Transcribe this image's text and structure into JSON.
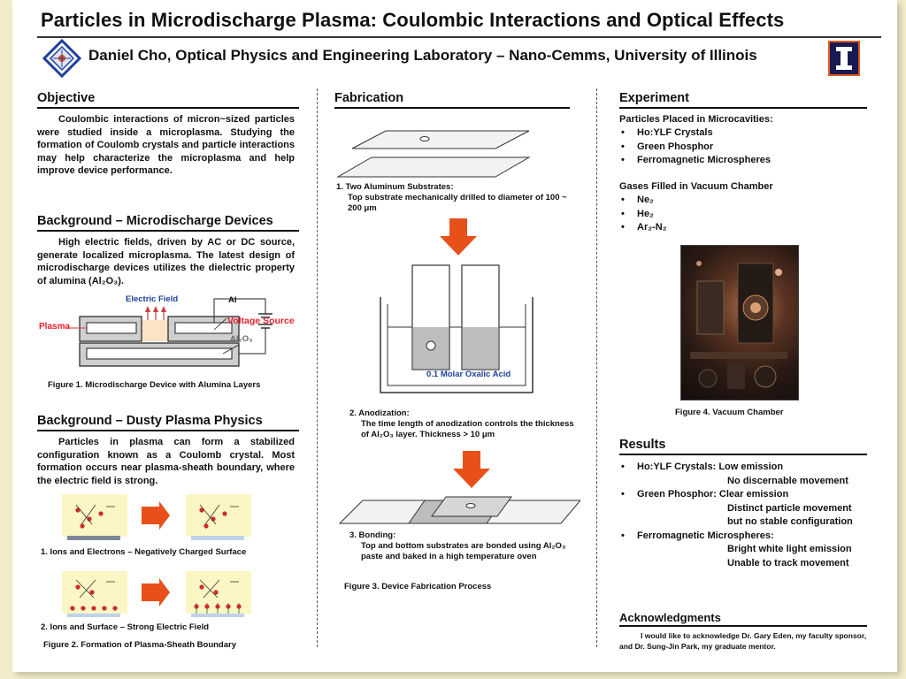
{
  "title": "Particles in Microdischarge Plasma: Coulombic Interactions and Optical Effects",
  "authors": "Daniel Cho, Optical Physics and Engineering Laboratory – Nano-Cemms, University of Illinois",
  "objective": {
    "heading": "Objective",
    "text": "Coulombic interactions of micron~sized particles were studied inside a microplasma. Studying the formation of Coulomb crystals and particle interactions may help characterize the microplasma and help improve device performance."
  },
  "bg_micro": {
    "heading": "Background – Microdischarge Devices",
    "text": "High electric fields, driven by AC or DC source, generate localized microplasma. The latest design of microdischarge devices utilizes the dielectric property of alumina (Al₂O₃).",
    "labels": {
      "field": "Electric Field",
      "al": "Al",
      "plasma": "Plasma",
      "voltage": "Voltage Source",
      "alumina": "Al₂O₃"
    },
    "caption": "Figure 1. Microdischarge Device with Alumina Layers"
  },
  "bg_dusty": {
    "heading": "Background – Dusty Plasma Physics",
    "text": "Particles in plasma can form a stabilized configuration known as a Coulomb crystal. Most formation occurs near plasma-sheath boundary, where the electric field is strong.",
    "step1": "1. Ions and Electrons – Negatively Charged Surface",
    "step2": "2. Ions and Surface – Strong Electric Field",
    "caption": "Figure 2. Formation of Plasma-Sheath Boundary"
  },
  "fabrication": {
    "heading": "Fabrication",
    "step1_title": "1. Two Aluminum Substrates:",
    "step1_text": "Top substrate mechanically drilled to diameter of 100 ~ 200 μm",
    "acid_label": "0.1 Molar Oxalic Acid",
    "step2_title": "2. Anodization:",
    "step2_text": "The time length of anodization controls the thickness of Al₂O₃ layer. Thickness > 10 μm",
    "step3_title": "3. Bonding:",
    "step3_text": "Top and bottom substrates are bonded using Al₂O₃ paste and baked in a high temperature oven",
    "caption": "Figure 3. Device Fabrication Process"
  },
  "experiment": {
    "heading": "Experiment",
    "particles_head": "Particles Placed in Microcavities:",
    "particles": [
      "Ho:YLF Crystals",
      "Green Phosphor",
      "Ferromagnetic Microspheres"
    ],
    "gases_head": "Gases Filled in Vacuum Chamber",
    "gases": [
      "Ne₂",
      "He₂",
      "Ar₂-N₂"
    ],
    "caption": "Figure 4. Vacuum Chamber"
  },
  "results": {
    "heading": "Results",
    "items": [
      {
        "name": "Ho:YLF Crystals:",
        "lines": [
          "Low emission",
          "No discernable movement"
        ]
      },
      {
        "name": "Green Phosphor:",
        "lines": [
          "Clear emission",
          "Distinct particle movement",
          "but no stable configuration"
        ]
      },
      {
        "name": "Ferromagnetic Microspheres:",
        "lines": [
          "Bright white light emission",
          "Unable to track movement"
        ]
      }
    ]
  },
  "ack": {
    "heading": "Acknowledgments",
    "text": "I would like to acknowledge Dr. Gary Eden, my faculty sponsor, and Dr. Sung-Jin Park, my graduate mentor."
  },
  "colors": {
    "accent_orange": "#e8501a",
    "label_red": "#e8212a",
    "label_blue": "#1f3fa0",
    "uiuc_blue": "#1a1a52"
  }
}
